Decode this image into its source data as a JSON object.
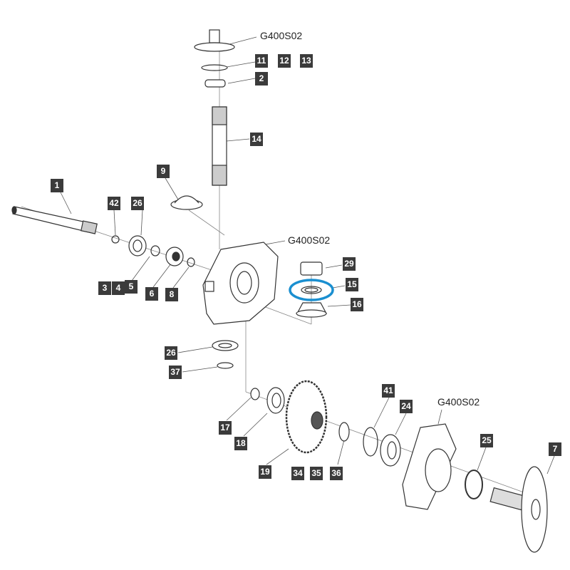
{
  "highlight_color": "#1a8fd0",
  "label_color": "#3b3b3b",
  "refs": {
    "top": "G400S02",
    "middle": "G400S02",
    "right": "G400S02"
  },
  "tags": {
    "t11": "11",
    "t12": "12",
    "t13": "13",
    "t2": "2",
    "t14": "14",
    "t9": "9",
    "t1": "1",
    "t42": "42",
    "t26a": "26",
    "t29": "29",
    "t15": "15",
    "t16": "16",
    "t3": "3",
    "t4": "4",
    "t5": "5",
    "t6": "6",
    "t8": "8",
    "t26b": "26",
    "t37": "37",
    "t17": "17",
    "t18": "18",
    "t19": "19",
    "t34": "34",
    "t35": "35",
    "t36": "36",
    "t41": "41",
    "t24": "24",
    "t25": "25",
    "t7": "7"
  }
}
